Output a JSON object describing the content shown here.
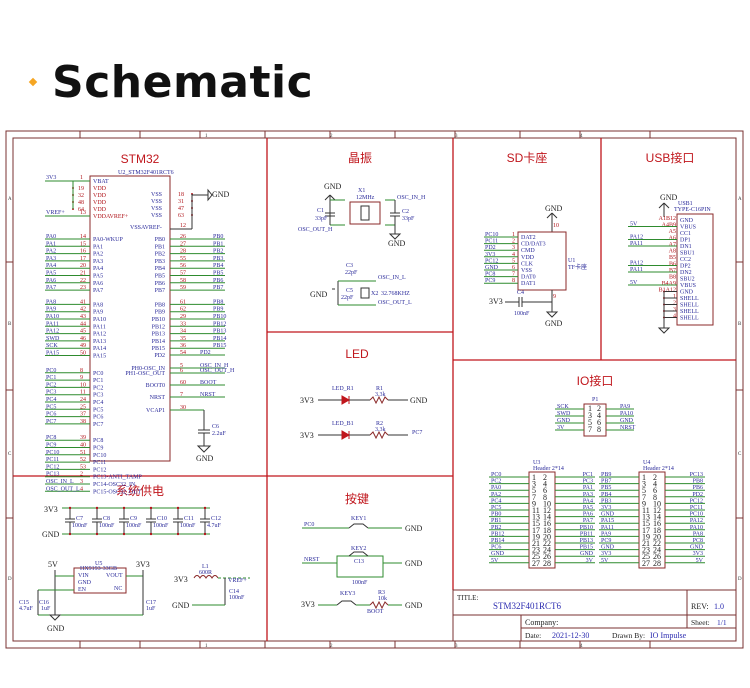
{
  "heading": {
    "title": "Schematic",
    "bullet_color": "#f5a623"
  },
  "frame": {
    "col_markers": [
      "1",
      "2",
      "3",
      "4",
      "5"
    ],
    "row_markers": [
      "A",
      "B",
      "C",
      "D"
    ],
    "border_color": "#7a2a2a",
    "section_color": "#c0161c"
  },
  "sections": {
    "stm32": "STM32",
    "crystal": "晶振",
    "sd": "SD卡座",
    "usb": "USB接口",
    "led": "LED",
    "io": "IO接口",
    "power": "系统供电",
    "keys": "按键"
  },
  "mcu": {
    "ref": "U2_STM32F401RCT6",
    "vbat_net": "3V3",
    "vbat_pin": "1",
    "vbat_label": "VBAT",
    "vdd_pins": [
      "19",
      "32",
      "48",
      "64"
    ],
    "vdd_label": "VDD",
    "vref_net": "VREF+",
    "vref_pin": "13",
    "vref_label": "VDDAVREF+",
    "vss_pins": [
      "18",
      "31",
      "47",
      "63"
    ],
    "vss_label": "VSS",
    "vss_net": "GND",
    "vssa_label": "VSSAVREF-",
    "vssa_pin": "12",
    "left_pins": [
      {
        "net": "PA0",
        "pin": "14",
        "name": "PA0-WKUP"
      },
      {
        "net": "PA1",
        "pin": "15",
        "name": "PA1"
      },
      {
        "net": "PA2",
        "pin": "16",
        "name": "PA2"
      },
      {
        "net": "PA3",
        "pin": "17",
        "name": "PA3"
      },
      {
        "net": "PA4",
        "pin": "20",
        "name": "PA4"
      },
      {
        "net": "PA5",
        "pin": "21",
        "name": "PA5"
      },
      {
        "net": "PA6",
        "pin": "22",
        "name": "PA6"
      },
      {
        "net": "PA7",
        "pin": "23",
        "name": "PA7"
      },
      {
        "net": "PA8",
        "pin": "41",
        "name": "PA8"
      },
      {
        "net": "PA9",
        "pin": "42",
        "name": "PA9"
      },
      {
        "net": "PA10",
        "pin": "43",
        "name": "PA10"
      },
      {
        "net": "PA11",
        "pin": "44",
        "name": "PA11"
      },
      {
        "net": "PA12",
        "pin": "45",
        "name": "PA12"
      },
      {
        "net": "SWD",
        "pin": "46",
        "name": "PA13"
      },
      {
        "net": "SCK",
        "pin": "49",
        "name": "PA14"
      },
      {
        "net": "PA15",
        "pin": "50",
        "name": "PA15"
      },
      {
        "net": "PC0",
        "pin": "8",
        "name": "PC0"
      },
      {
        "net": "PC1",
        "pin": "9",
        "name": "PC1"
      },
      {
        "net": "PC2",
        "pin": "10",
        "name": "PC2"
      },
      {
        "net": "PC3",
        "pin": "11",
        "name": "PC3"
      },
      {
        "net": "PC4",
        "pin": "24",
        "name": "PC4"
      },
      {
        "net": "PC5",
        "pin": "25",
        "name": "PC5"
      },
      {
        "net": "PC6",
        "pin": "37",
        "name": "PC6"
      },
      {
        "net": "PC7",
        "pin": "38",
        "name": "PC7"
      },
      {
        "net": "PC8",
        "pin": "39",
        "name": "PC8"
      },
      {
        "net": "PC9",
        "pin": "40",
        "name": "PC9"
      },
      {
        "net": "PC10",
        "pin": "51",
        "name": "PC10"
      },
      {
        "net": "PC11",
        "pin": "52",
        "name": "PC11"
      },
      {
        "net": "PC12",
        "pin": "53",
        "name": "PC12"
      },
      {
        "net": "PC13",
        "pin": "2",
        "name": "PC13-ANTI_TAMP"
      },
      {
        "net": "OSC_IN_L",
        "pin": "3",
        "name": "PC14-OSC32_IN"
      },
      {
        "net": "OSC_OUT_L",
        "pin": "4",
        "name": "PC15-OSC32_OUT"
      }
    ],
    "right_pins": [
      {
        "net": "PB0",
        "pin": "26",
        "name": "PB0"
      },
      {
        "net": "PB1",
        "pin": "27",
        "name": "PB1"
      },
      {
        "net": "PB2",
        "pin": "28",
        "name": "PB2"
      },
      {
        "net": "PB3",
        "pin": "55",
        "name": "PB3"
      },
      {
        "net": "PB4",
        "pin": "56",
        "name": "PB4"
      },
      {
        "net": "PB5",
        "pin": "57",
        "name": "PB5"
      },
      {
        "net": "PB6",
        "pin": "58",
        "name": "PB6"
      },
      {
        "net": "PB7",
        "pin": "59",
        "name": "PB7"
      },
      {
        "net": "PB8",
        "pin": "61",
        "name": "PB8"
      },
      {
        "net": "PB9",
        "pin": "62",
        "name": "PB9"
      },
      {
        "net": "PB10",
        "pin": "29",
        "name": "PB10"
      },
      {
        "net": "PB12",
        "pin": "33",
        "name": "PB12"
      },
      {
        "net": "PB13",
        "pin": "34",
        "name": "PB13"
      },
      {
        "net": "PB14",
        "pin": "35",
        "name": "PB14"
      },
      {
        "net": "PB15",
        "pin": "36",
        "name": "PB15"
      }
    ],
    "misc_pins": [
      {
        "net": "PD2",
        "pin": "54",
        "name": "PD2"
      },
      {
        "net": "OSC_IN_H",
        "pin": "5",
        "name": "PH0-OSC_IN"
      },
      {
        "net": "OSC_OUT_H",
        "pin": "6",
        "name": "PH1-OSC_OUT"
      },
      {
        "net": "BOOT",
        "pin": "60",
        "name": "BOOT0"
      },
      {
        "net": "NRST",
        "pin": "7",
        "name": "NRST"
      },
      {
        "net": "",
        "pin": "30",
        "name": "VCAP1"
      }
    ],
    "vcap_cap": {
      "ref": "C6",
      "value": "2.2uF"
    },
    "gnd": "GND"
  },
  "crystal": {
    "x1": {
      "ref": "X1",
      "value": "12MHz"
    },
    "c1": {
      "ref": "C1",
      "value": "33pF"
    },
    "c2": {
      "ref": "C2",
      "value": "33pF"
    },
    "net_in_h": "OSC_IN_H",
    "net_out_h": "OSC_OUT_H",
    "c3": {
      "ref": "C3",
      "value": "22pF"
    },
    "c5": {
      "ref": "C5",
      "value": "22pF"
    },
    "x2": {
      "ref": "X2",
      "value": "32.768KHZ"
    },
    "net_in_l": "OSC_IN_L",
    "net_out_l": "OSC_OUT_L",
    "gnd": "GND"
  },
  "sd": {
    "ref": "U1",
    "part": "TF卡座",
    "pins": [
      {
        "net": "PC10",
        "pin": "1",
        "name": "DAT2"
      },
      {
        "net": "PC11",
        "pin": "2",
        "name": "CD/DAT3"
      },
      {
        "net": "PD2",
        "pin": "3",
        "name": "CMD"
      },
      {
        "net": "3V3",
        "pin": "4",
        "name": "VDD"
      },
      {
        "net": "PC12",
        "pin": "5",
        "name": "CLK"
      },
      {
        "net": "GND",
        "pin": "6",
        "name": "VSS"
      },
      {
        "net": "PC8",
        "pin": "7",
        "name": "DAT0"
      },
      {
        "net": "PC9",
        "pin": "8",
        "name": "DAT1"
      }
    ],
    "nc_pins": [
      "10",
      "9"
    ],
    "cap": {
      "ref": "C4",
      "value": "100nF"
    },
    "net_3v3": "3V3",
    "gnd": "GND"
  },
  "usb": {
    "ref": "USB1",
    "part": "TYPE-C16PIN",
    "pins": [
      {
        "net": "",
        "pad": "A1B12",
        "name": "GND"
      },
      {
        "net": "5V",
        "pad": "A4B9",
        "name": "VBUS"
      },
      {
        "net": "",
        "pad": "A5",
        "name": "CC1"
      },
      {
        "net": "PA12",
        "pad": "A6",
        "name": "DP1"
      },
      {
        "net": "PA11",
        "pad": "A7",
        "name": "DN1"
      },
      {
        "net": "",
        "pad": "A8",
        "name": "SBU1"
      },
      {
        "net": "",
        "pad": "B5",
        "name": "CC2"
      },
      {
        "net": "PA12",
        "pad": "B6",
        "name": "DP2"
      },
      {
        "net": "PA11",
        "pad": "B7",
        "name": "DN2"
      },
      {
        "net": "",
        "pad": "B8",
        "name": "SBU2"
      },
      {
        "net": "5V",
        "pad": "B4A9",
        "name": "VBUS"
      },
      {
        "net": "",
        "pad": "B1A12",
        "name": "GND"
      },
      {
        "net": "",
        "pad": "1",
        "name": "SHELL"
      },
      {
        "net": "",
        "pad": "2",
        "name": "SHELL"
      },
      {
        "net": "",
        "pad": "3",
        "name": "SHELL"
      },
      {
        "net": "",
        "pad": "4",
        "name": "SHELL"
      }
    ],
    "gnd": "GND"
  },
  "led": {
    "rows": [
      {
        "net_in": "3V3",
        "led": "LED_R1",
        "res": "R1",
        "value": "3.3k",
        "net_out": "GND"
      },
      {
        "net_in": "3V3",
        "led": "LED_B1",
        "res": "R2",
        "value": "3.3k",
        "net_out": "PC7"
      }
    ]
  },
  "io": {
    "p1": {
      "ref": "P1",
      "left": [
        {
          "net": "SCK",
          "pin": "1"
        },
        {
          "net": "SWD",
          "pin": "3"
        },
        {
          "net": "GND",
          "pin": "5"
        },
        {
          "net": "3V",
          "pin": "7"
        }
      ],
      "right": [
        {
          "net": "PA9",
          "pin": "2"
        },
        {
          "net": "PA10",
          "pin": "4"
        },
        {
          "net": "GND",
          "pin": "6"
        },
        {
          "net": "NRST",
          "pin": "8"
        }
      ]
    },
    "u3": {
      "ref": "U3",
      "part": "Header 2*14",
      "left": [
        "PC0",
        "PC2",
        "PA0",
        "PA2",
        "PC4",
        "PC5",
        "PB0",
        "PB1",
        "PB2",
        "PB12",
        "PB14",
        "PC6",
        "GND",
        "5V"
      ],
      "right": [
        "PC1",
        "PC3",
        "PA1",
        "PA3",
        "PA4",
        "PA5",
        "PA6",
        "PA7",
        "PB10",
        "PB11",
        "PB13",
        "PB15",
        "GND",
        "3V"
      ]
    },
    "u4": {
      "ref": "U4",
      "part": "Header 2*14",
      "left": [
        "PB9",
        "PB7",
        "PB5",
        "PB4",
        "PB3",
        "3V3",
        "GND",
        "PA15",
        "PA11",
        "PA9",
        "PC9",
        "GND",
        "3V3",
        "5V"
      ],
      "right": [
        "PC13",
        "PB8",
        "PB6",
        "PD2",
        "PC12",
        "PC11",
        "PC10",
        "PA12",
        "PA10",
        "PA8",
        "PC8",
        "GND",
        "3V3",
        "5V"
      ]
    }
  },
  "power": {
    "net_3v3": "3V3",
    "gnd": "GND",
    "decoupling": [
      {
        "ref": "C7",
        "value": "100nF"
      },
      {
        "ref": "C8",
        "value": "100nF"
      },
      {
        "ref": "C9",
        "value": "100nF"
      },
      {
        "ref": "C10",
        "value": "100nF"
      },
      {
        "ref": "C11",
        "value": "100nF"
      },
      {
        "ref": "C12",
        "value": "4.7uF"
      }
    ],
    "reg": {
      "ref": "U5",
      "part": "HX9193-33GB",
      "pins_left": [
        "VIN",
        "GND",
        "EN"
      ],
      "pins_right": [
        "VOUT",
        "NC"
      ],
      "in_net": "5V",
      "out_net": "3V3"
    },
    "c15": {
      "ref": "C15",
      "value": "4.7uF"
    },
    "c16": {
      "ref": "C16",
      "value": "1uF"
    },
    "c17": {
      "ref": "C17",
      "value": "1uF"
    },
    "l1": {
      "ref": "L1",
      "value": "600R"
    },
    "c14": {
      "ref": "C14",
      "value": "100nF"
    },
    "vref_net": "VREF+"
  },
  "keys": {
    "key1": {
      "ref": "KEY1",
      "net": "PC0",
      "out": "GND"
    },
    "key2": {
      "ref": "KEY2",
      "net": "NRST",
      "out": "GND",
      "cap": "C13",
      "cap_value": "100nF"
    },
    "key3": {
      "ref": "KEY3",
      "net": "3V3",
      "out": "GND",
      "res": "R3",
      "res_value": "10k",
      "node": "BOOT"
    }
  },
  "title_block": {
    "title_label": "TITLE:",
    "title": "STM32F401RCT6",
    "rev_label": "REV:",
    "rev": "1.0",
    "company_label": "Company:",
    "company": "",
    "sheet_label": "Sheet:",
    "sheet": "1/1",
    "date_label": "Date:",
    "date": "2021-12-30",
    "drawn_label": "Drawn By:",
    "drawn_by": "IO Impulse"
  }
}
